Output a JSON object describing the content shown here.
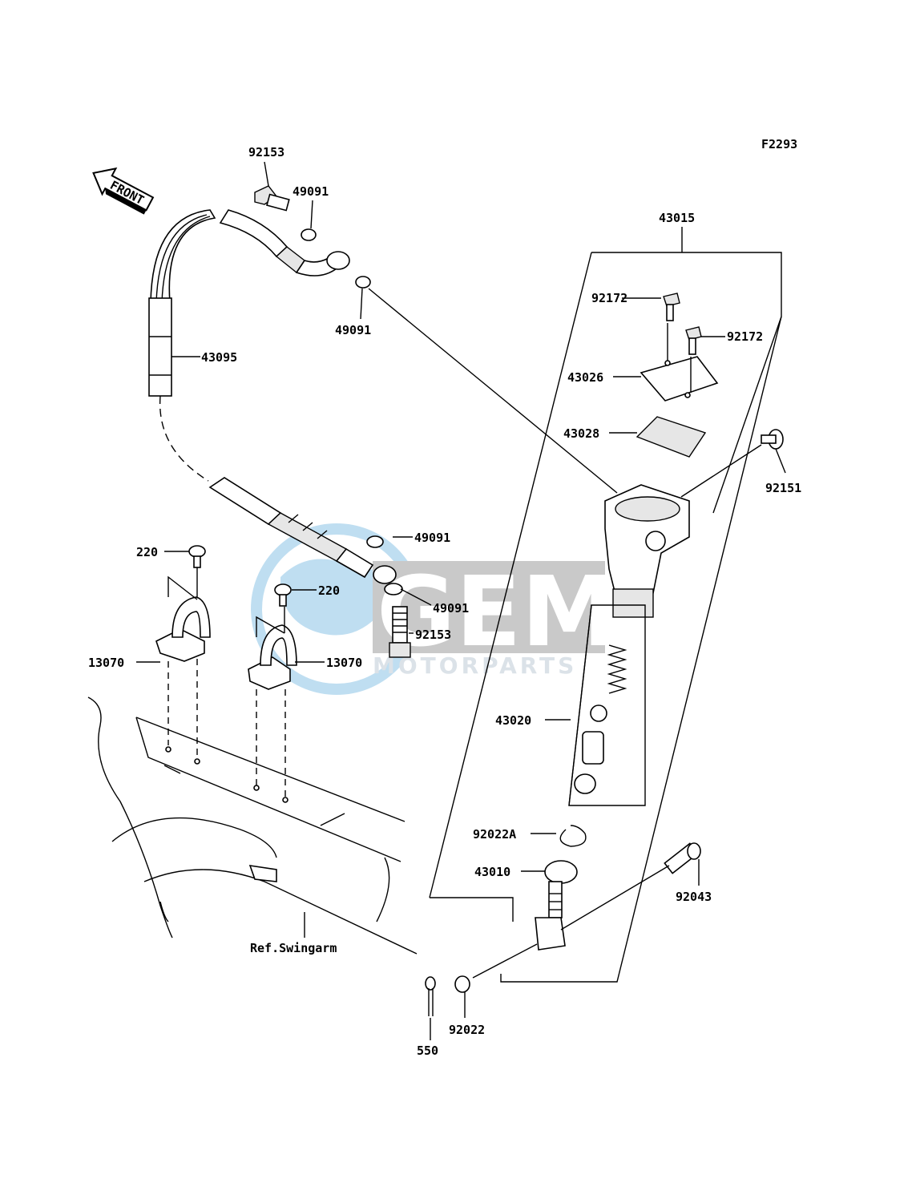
{
  "figure_id": "F2293",
  "front_label": "FRONT",
  "watermark": {
    "brand": "GEM",
    "sub": "MOTORPARTS"
  },
  "ref_label": "Ref.Swingarm",
  "callouts": {
    "c92153_top": "92153",
    "c49091_a": "49091",
    "c49091_b": "49091",
    "c43095": "43095",
    "c43015": "43015",
    "c92172_a": "92172",
    "c92172_b": "92172",
    "c43026": "43026",
    "c43028": "43028",
    "c92151": "92151",
    "c49091_c": "49091",
    "c49091_d": "49091",
    "c92153_b": "92153",
    "c220_a": "220",
    "c220_b": "220",
    "c13070_a": "13070",
    "c13070_b": "13070",
    "c43020": "43020",
    "c92022A": "92022A",
    "c43010": "43010",
    "c92043": "92043",
    "c92022": "92022",
    "c550": "550"
  }
}
